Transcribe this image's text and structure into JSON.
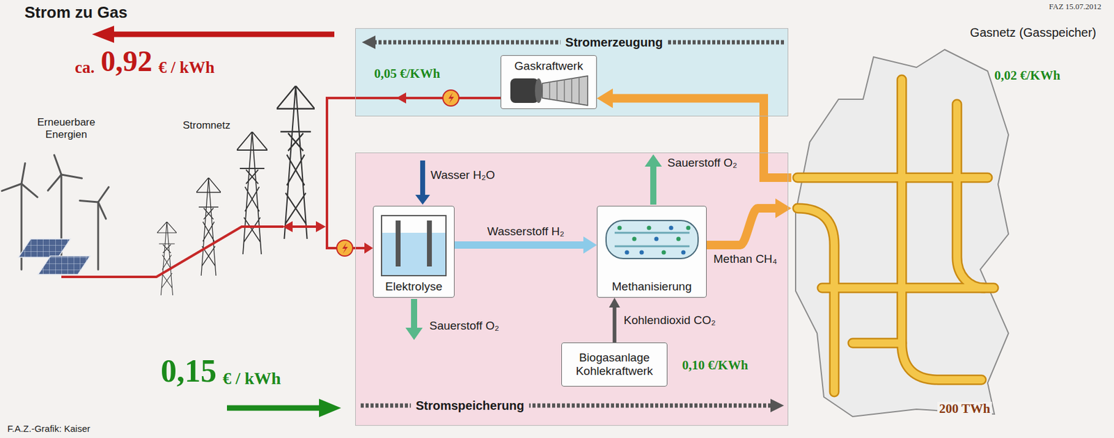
{
  "diagram": {
    "title": "Strom zu Gas",
    "nodes": [
      {
        "text": [
          "Stromerzeugung"
        ]
      },
      {
        "text": [
          "Gaskraftwerk"
        ],
        "in": 0
      },
      {
        "text": [
          "Stromspeicherung"
        ]
      },
      {
        "text": [
          "Elektrolyse"
        ],
        "in": 2
      },
      {
        "text": [
          "Methanisierung"
        ],
        "in": 2
      },
      {
        "text": [
          "Biogasanlage Kohlekraftwerk"
        ],
        "in": 2
      },
      {
        "text": [
          "Gasnetz (Gasspeicher)"
        ]
      }
    ],
    "edges": [
      {
        "from": 3,
        "to": 4,
        "label": "Wasserstoff H₂",
        "arrow": "to"
      },
      {
        "from": 5,
        "to": 4,
        "label": "Kohlendioxid CO₂",
        "arrow": "to"
      },
      {
        "from": 4,
        "to": 6,
        "label": "Methan CH₄",
        "arrow": "to"
      },
      {
        "from": 6,
        "to": 1,
        "arrow": "to"
      }
    ],
    "labels": [
      "FAZ 15.07.2012",
      "ca.",
      "0,92",
      "€ / kWh",
      "0,05 €/KWh",
      "Erneuerbare Energien",
      "Stromnetz",
      "Wasser H₂O",
      "Sauerstoff O₂",
      "Sauerstoff O₂",
      "0,15",
      "€ / kWh",
      "0,10 €/KWh",
      "0,02 €/KWh",
      "200 TWh",
      "F.A.Z.-Grafik: Kaiser"
    ]
  }
}
